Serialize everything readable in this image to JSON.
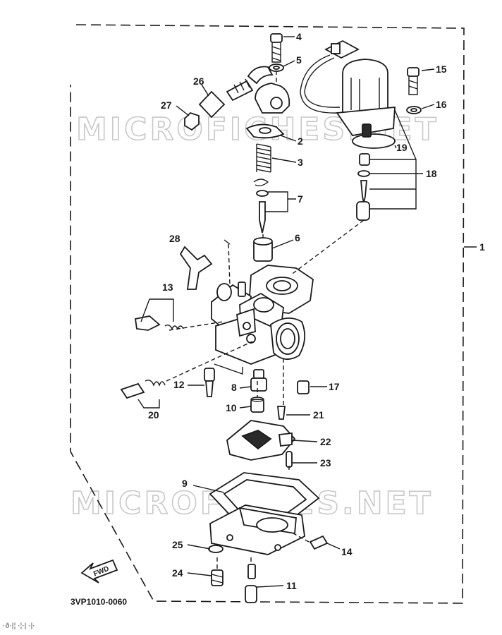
{
  "watermark": "MICROFICHES.NET",
  "diagram_code": "3VP1010-0060",
  "fwd_label": "FWD",
  "footer_text": "·ð·|¦ ·¦·| ·|·",
  "callouts": {
    "c1": "1",
    "c2": "2",
    "c3": "3",
    "c4": "4",
    "c5": "5",
    "c6": "6",
    "c7": "7",
    "c8": "8",
    "c9": "9",
    "c10": "10",
    "c11": "11",
    "c12": "12",
    "c13": "13",
    "c14": "14",
    "c15": "15",
    "c16": "16",
    "c17": "17",
    "c18": "18",
    "c19": "19",
    "c20": "20",
    "c21": "21",
    "c22": "22",
    "c23": "23",
    "c24": "24",
    "c25": "25",
    "c26": "26",
    "c27": "27",
    "c28": "28"
  }
}
